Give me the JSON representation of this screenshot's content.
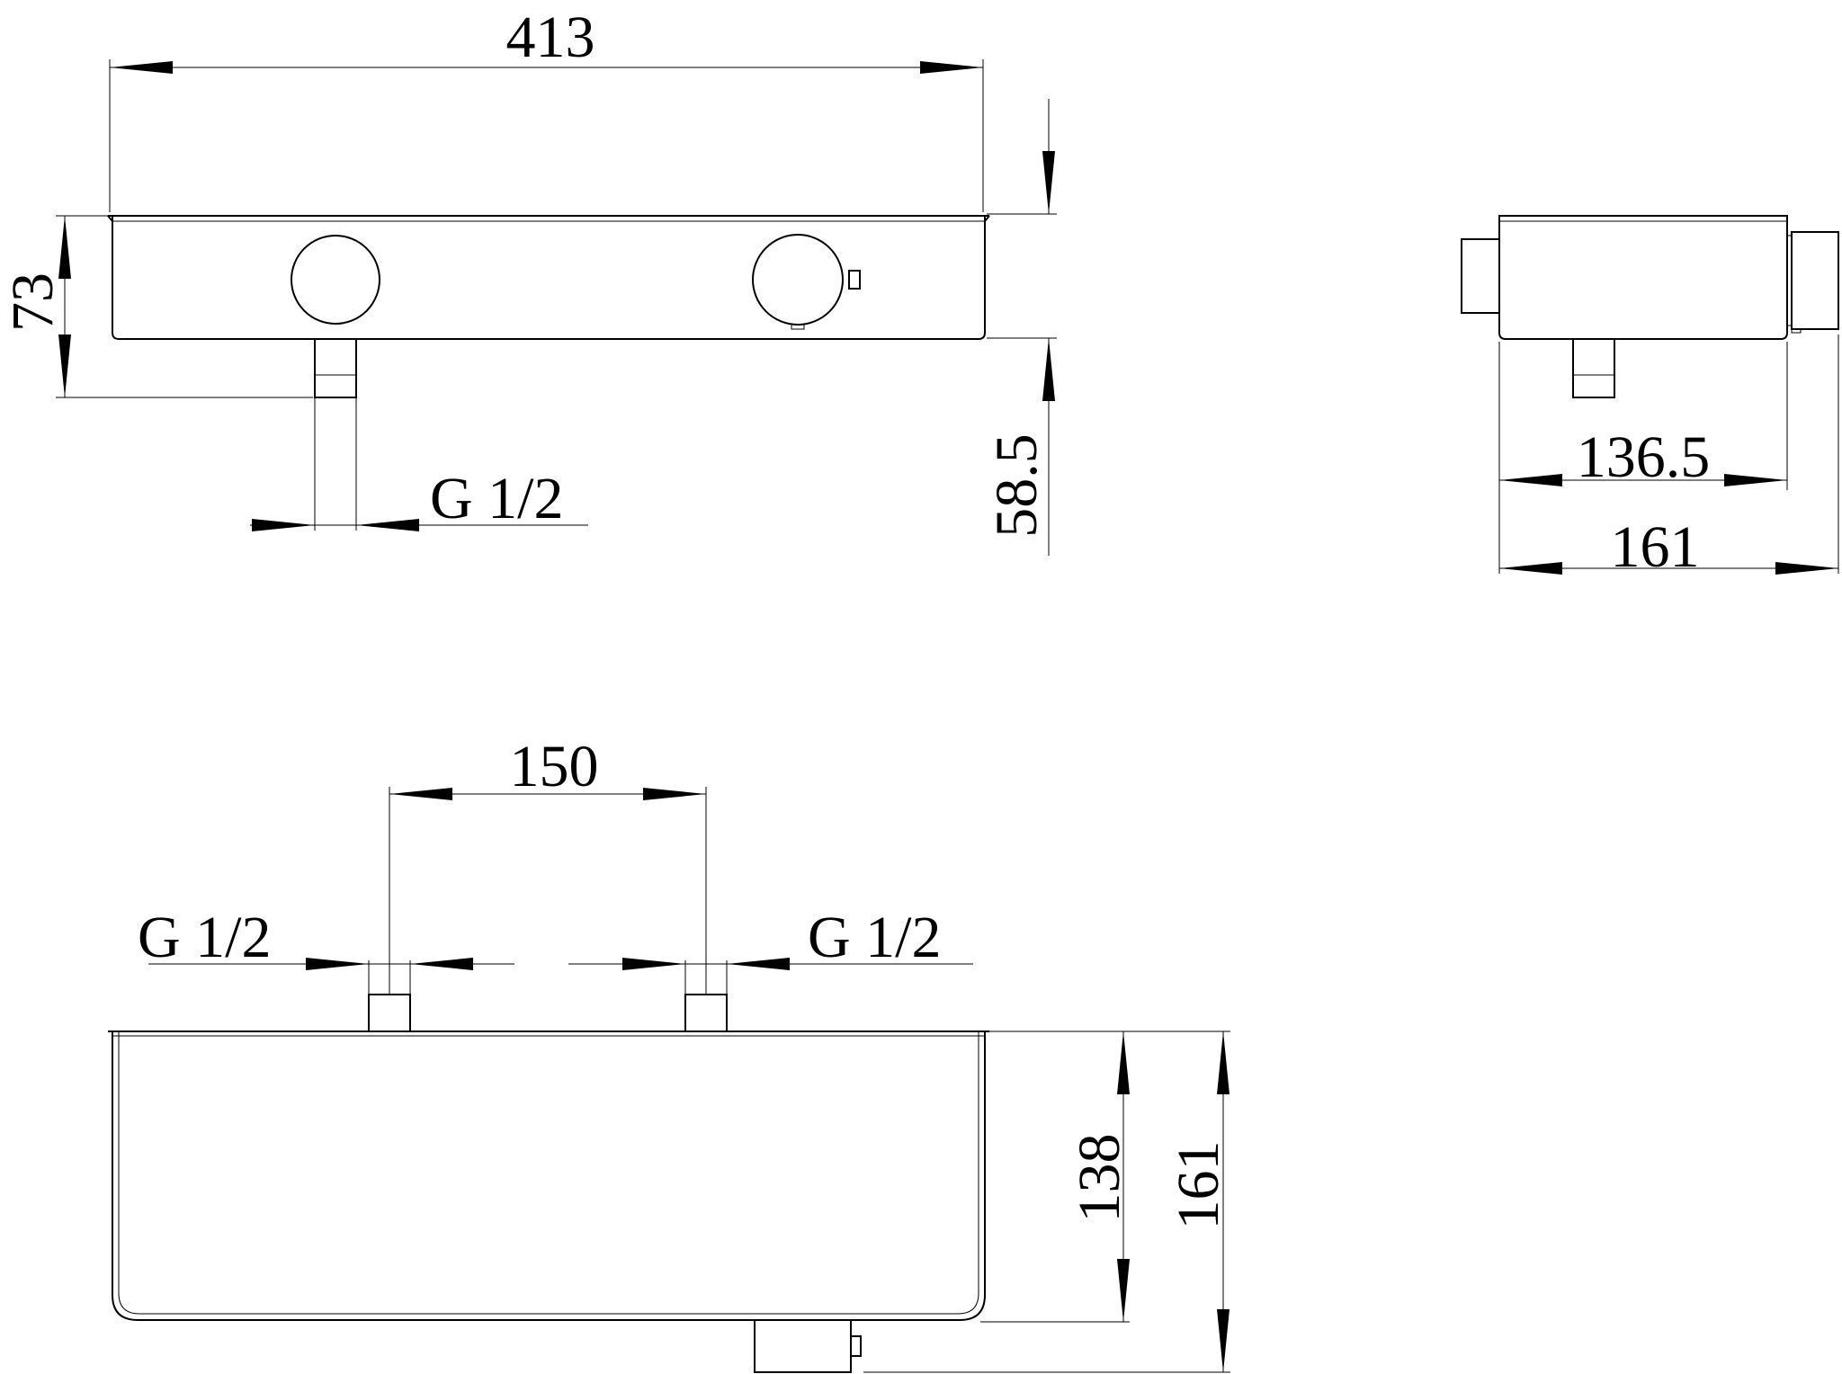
{
  "drawing": {
    "front_view": {
      "width_label": "413",
      "height_label": "73",
      "depth_label": "58.5",
      "thread_label": "G 1/2"
    },
    "side_view": {
      "inner_width_label": "136.5",
      "outer_width_label": "161"
    },
    "top_view": {
      "spacing_label": "150",
      "left_thread_label": "G 1/2",
      "right_thread_label": "G 1/2",
      "inner_depth_label": "138",
      "outer_depth_label": "161"
    }
  },
  "colors": {
    "line": "#000000",
    "background": "#ffffff"
  }
}
